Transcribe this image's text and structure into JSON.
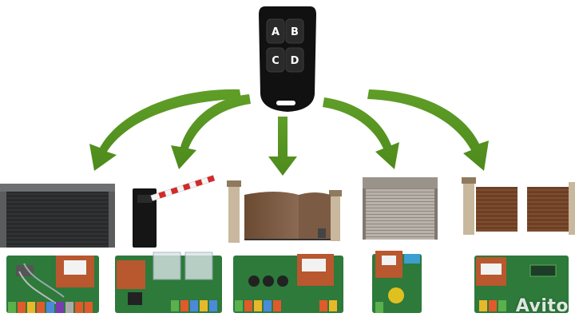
{
  "remote": {
    "buttons": [
      "A",
      "B",
      "C",
      "D"
    ],
    "body_color": "#111111",
    "button_color": "#2a2a2a"
  },
  "arrow_color": "#4d8a1c",
  "targets": [
    {
      "name": "garage-door",
      "board": "control-board-1"
    },
    {
      "name": "barrier-gate",
      "board": "control-board-2"
    },
    {
      "name": "sliding-gate",
      "board": "control-board-3"
    },
    {
      "name": "roller-shutter",
      "board": "control-board-4"
    },
    {
      "name": "swing-gate",
      "board": "control-board-5"
    }
  ],
  "watermark": "Avito"
}
